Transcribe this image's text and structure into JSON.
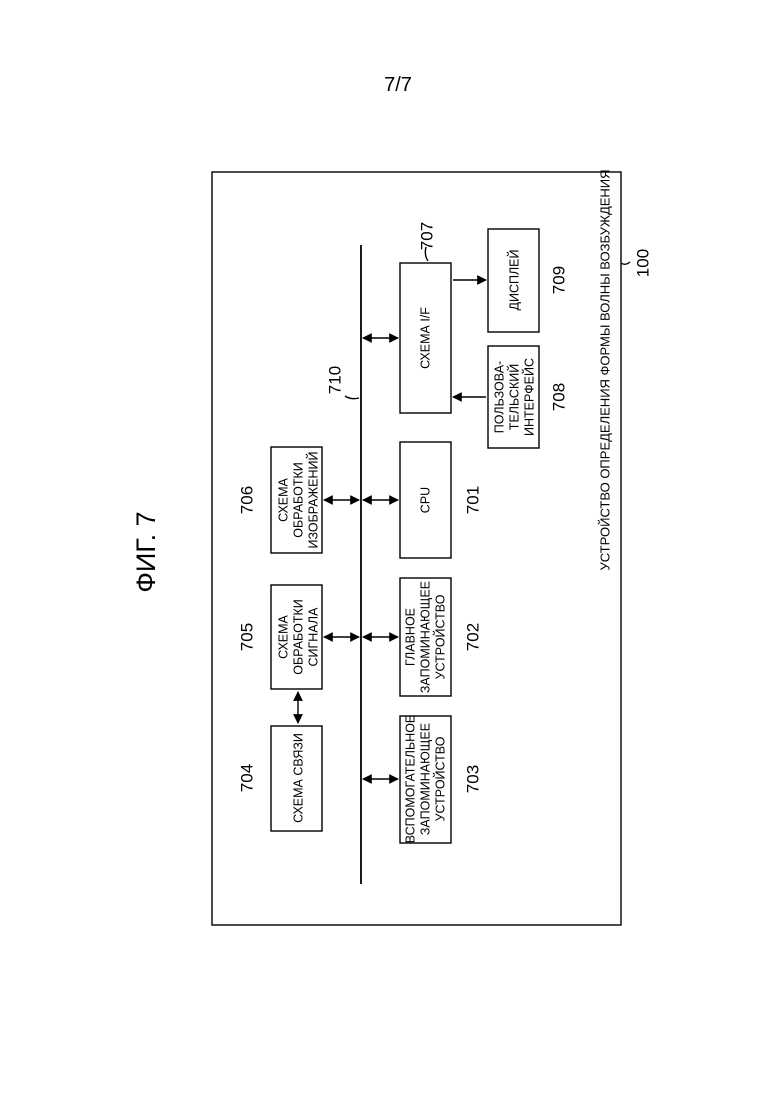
{
  "page_number": "7/7",
  "figure_title": "ФИГ. 7",
  "device": {
    "label": "УСТРОЙСТВО ОПРЕДЕЛЕНИЯ ФОРМЫ ВОЛНЫ ВОЗБУЖДЕНИЯ",
    "ref": "100"
  },
  "bus": {
    "ref": "710"
  },
  "blocks": {
    "comm": {
      "lines": [
        "СХЕМА СВЯЗИ"
      ],
      "ref": "704"
    },
    "signal": {
      "lines": [
        "СХЕМА",
        "ОБРАБОТКИ",
        "СИГНАЛА"
      ],
      "ref": "705"
    },
    "image": {
      "lines": [
        "СХЕМА",
        "ОБРАБОТКИ",
        "ИЗОБРАЖЕНИЙ"
      ],
      "ref": "706"
    },
    "aux": {
      "lines": [
        "ВСПОМОГАТЕЛЬНОЕ",
        "ЗАПОМИНАЮЩЕЕ",
        "УСТРОЙСТВО"
      ],
      "ref": "703"
    },
    "main": {
      "lines": [
        "ГЛАВНОЕ",
        "ЗАПОМИНАЮЩЕЕ",
        "УСТРОЙСТВО"
      ],
      "ref": "702"
    },
    "cpu": {
      "lines": [
        "CPU"
      ],
      "ref": "701"
    },
    "iface": {
      "lines": [
        "СХЕМА I/F"
      ],
      "ref": "707"
    },
    "ui": {
      "lines": [
        "ПОЛЬЗОВА-",
        "ТЕЛЬСКИЙ",
        "ИНТЕРФЕЙС"
      ],
      "ref": "708"
    },
    "display": {
      "lines": [
        "ДИСПЛЕЙ"
      ],
      "ref": "709"
    }
  }
}
